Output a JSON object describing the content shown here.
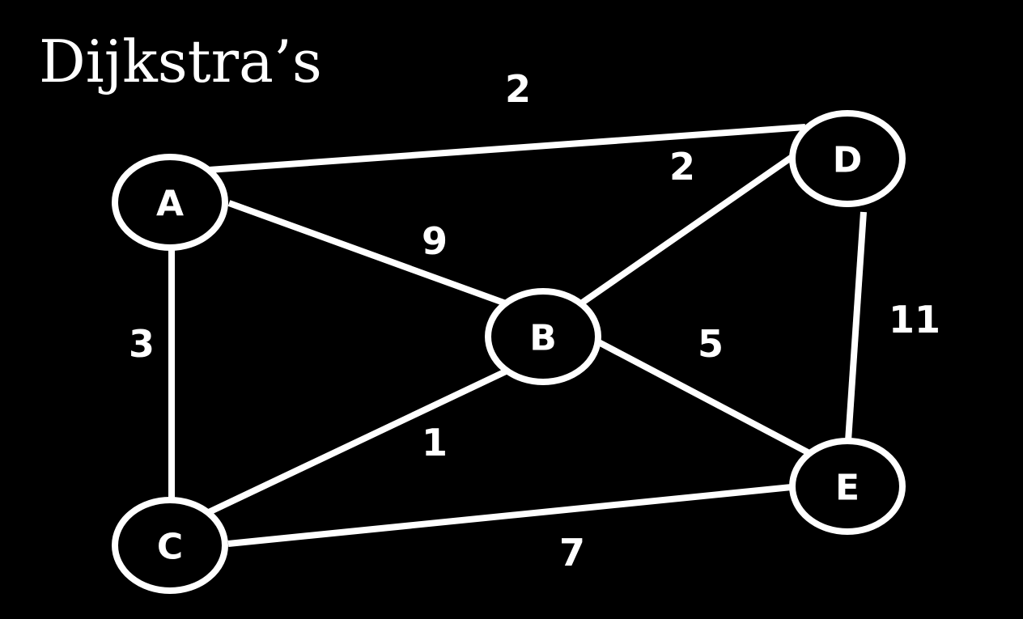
{
  "title": "Dijkstra’s",
  "colors": {
    "background": "#000000",
    "foreground": "#ffffff"
  },
  "graph": {
    "nodes": [
      {
        "id": "A",
        "label": "A"
      },
      {
        "id": "B",
        "label": "B"
      },
      {
        "id": "C",
        "label": "C"
      },
      {
        "id": "D",
        "label": "D"
      },
      {
        "id": "E",
        "label": "E"
      }
    ],
    "edges": [
      {
        "from": "A",
        "to": "D",
        "weight": "2"
      },
      {
        "from": "B",
        "to": "D",
        "weight": "2"
      },
      {
        "from": "A",
        "to": "B",
        "weight": "9"
      },
      {
        "from": "A",
        "to": "C",
        "weight": "3"
      },
      {
        "from": "D",
        "to": "E",
        "weight": "11"
      },
      {
        "from": "B",
        "to": "E",
        "weight": "5"
      },
      {
        "from": "B",
        "to": "C",
        "weight": "1"
      },
      {
        "from": "C",
        "to": "E",
        "weight": "7"
      }
    ]
  }
}
